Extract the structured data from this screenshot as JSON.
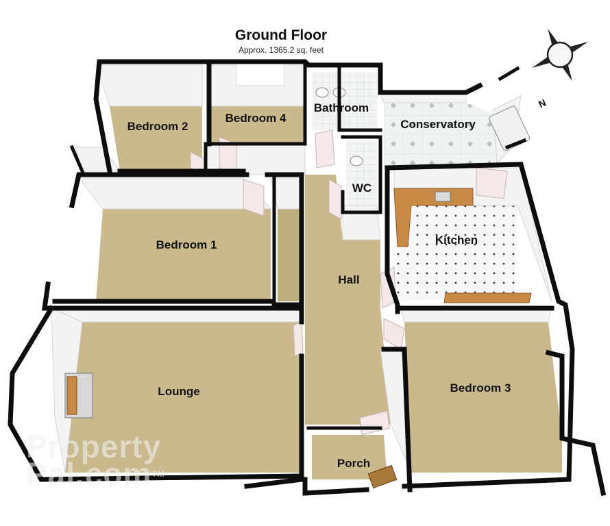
{
  "header": {
    "title": "Ground Floor",
    "subtitle": "Approx. 1365.2 sq. feet"
  },
  "rooms": {
    "bedroom2": "Bedroom 2",
    "bedroom4": "Bedroom 4",
    "bathroom": "Bathroom",
    "conservatory": "Conservatory",
    "wc": "WC",
    "bedroom1": "Bedroom 1",
    "kitchen": "Kitchen",
    "hall": "Hall",
    "lounge": "Lounge",
    "bedroom3": "Bedroom 3",
    "porch": "Porch"
  },
  "compass": {
    "north_label": "N"
  },
  "watermark": {
    "line1": "Property",
    "line2": "Pal.com",
    "mark": "TM"
  },
  "colors": {
    "carpet": "#c9b98c",
    "wall_top": "#0d0d0d",
    "wall_face": "#f2f2f2",
    "kitchen_floor": "#f4f4f4",
    "worktop": "#c98a45",
    "door": "#f5e8e8"
  }
}
